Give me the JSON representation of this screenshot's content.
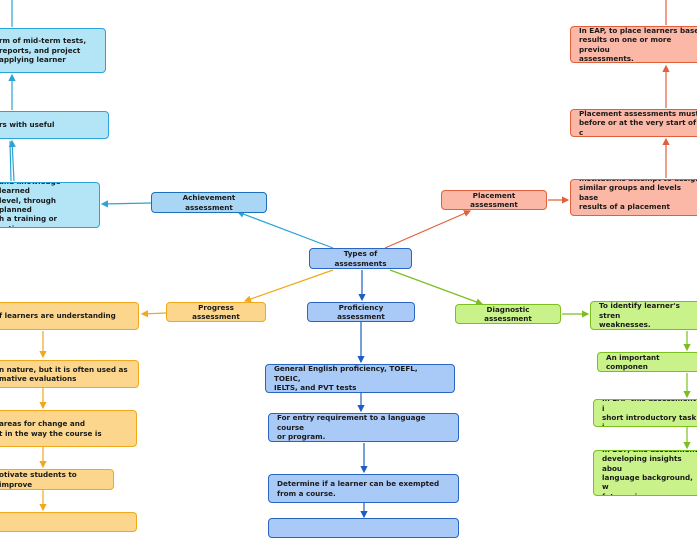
{
  "colors": {
    "achievement": "#2aa3d6",
    "placement": "#e0603a",
    "progress": "#f0a81c",
    "proficiency": "#1d5fc0",
    "diagnostic": "#7bbf1e"
  },
  "root": {
    "label": "Types of assessments"
  },
  "branches": {
    "achievement": {
      "label": "Achievement assessment",
      "children": [
        "and knowledge learned\n level, through planned\nh a training or\nuction.",
        "rs with useful",
        "rm of mid-term tests,\n reports,  and project\n applying learner"
      ]
    },
    "placement": {
      "label": "Placement assessment",
      "children": [
        "Institutions attempt  to assign\nsimilar groups and levels base\nresults of a placement assessm",
        "Placement assessments must\nbefore or at the very start of c",
        "In EAP,  to place learners base\nresults on one or more previou\nassessments."
      ]
    },
    "progress": {
      "label": "Progress assessment",
      "children": [
        "f learners are understanding",
        "n nature, but it is often used as\nmative evaluations",
        "areas for change and\nt in the way the course is",
        "otivate students to improve",
        ""
      ]
    },
    "proficiency": {
      "label": "Proficiency assessment",
      "children": [
        "General English proficiency, TOEFL, TOEIC,\nIELTS, and PVT tests",
        "For entry requirement to a language course\nor program.",
        "Determine if a learner can be exempted\nfrom a course.",
        ""
      ]
    },
    "diagnostic": {
      "label": "Diagnostic assessment",
      "children": [
        "To identify learner's stren\nweaknesses.",
        "An important componen",
        "In EAP this assessment i\nshort introductory task i",
        "In EOP, this assessment \ndeveloping insights abou\nlanguage background, w\nfuture aims."
      ]
    }
  }
}
